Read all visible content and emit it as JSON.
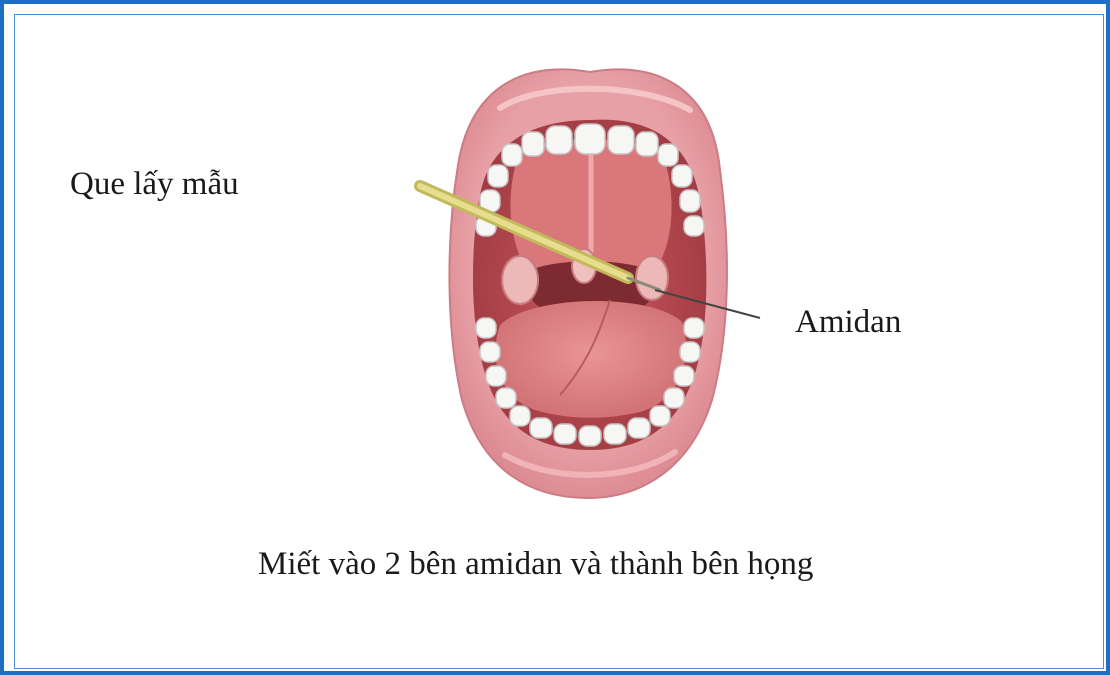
{
  "labels": {
    "probe": "Que lấy mẫu",
    "tonsil": "Amidan"
  },
  "caption": "Miết vào 2 bên amidan và thành bên họng",
  "colors": {
    "frame": "#1d6fc4",
    "lip": "#e59aa0",
    "mouth_interior": "#b8474c",
    "tongue": "#dd7f82",
    "teeth": "#f4f4f2",
    "swab": "#d9cf74"
  }
}
